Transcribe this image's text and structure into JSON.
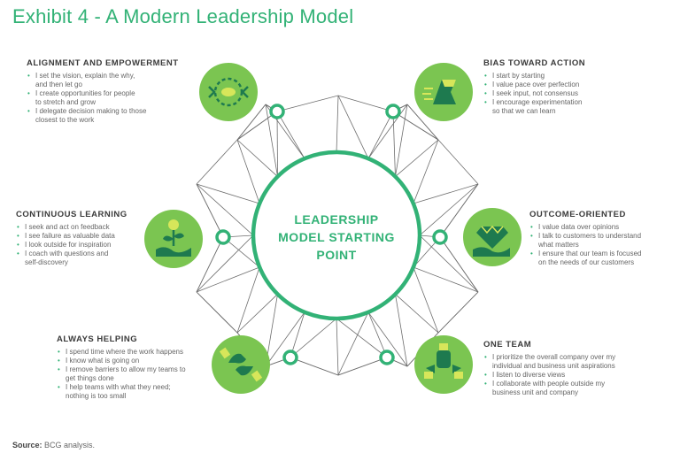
{
  "title": "Exhibit 4 - A Modern Leadership Model",
  "center": {
    "line1": "LEADERSHIP",
    "line2": "MODEL STARTING",
    "line3": "POINT"
  },
  "sections": {
    "alignment": {
      "heading": "ALIGNMENT AND EMPOWERMENT",
      "bullets": [
        "I set the vision, explain the why,",
        "and then let go",
        "I create opportunities for people",
        "to stretch and grow",
        "I delegate decision making to those",
        "closest to the work"
      ]
    },
    "bias": {
      "heading": "BIAS TOWARD ACTION",
      "bullets": [
        "I start by starting",
        "I value pace over perfection",
        "I seek input, not consensus",
        "I encourage experimentation",
        "so that we can learn"
      ]
    },
    "continuous": {
      "heading": "CONTINUOUS LEARNING",
      "bullets": [
        "I seek and act on feedback",
        "I see failure as valuable data",
        "I look outside for inspiration",
        "I coach with questions and",
        "self-discovery"
      ]
    },
    "outcome": {
      "heading": "OUTCOME-ORIENTED",
      "bullets": [
        "I value data over opinions",
        "I talk to customers to understand",
        "what matters",
        "I ensure that our team is focused",
        "on the needs of our customers"
      ]
    },
    "helping": {
      "heading": "ALWAYS HELPING",
      "bullets": [
        "I spend time where the work happens",
        "I know what is going on",
        "I remove barriers to allow my teams to",
        "get things done",
        "I help teams with what they need;",
        "nothing is too small"
      ]
    },
    "oneteam": {
      "heading": "ONE TEAM",
      "bullets": [
        "I prioritize the overall company over my",
        "individual and business unit aspirations",
        "I listen to diverse views",
        "I collaborate with people outside my",
        "business unit and company"
      ]
    }
  },
  "source": {
    "label": "Source:",
    "text": "BCG analysis."
  },
  "icons": {
    "alignment": "target-arrows-icon",
    "bias": "running-shoe-icon",
    "continuous": "plant-in-hand-icon",
    "outcome": "diamond-in-hand-icon",
    "helping": "helping-hands-icon",
    "oneteam": "team-hands-icon"
  },
  "colors": {
    "accent": "#32b276",
    "circle_fill": "#7bc551",
    "icon_dark": "#1e7a4f",
    "icon_light": "#d7e65a",
    "line": "#6d6d6d"
  }
}
